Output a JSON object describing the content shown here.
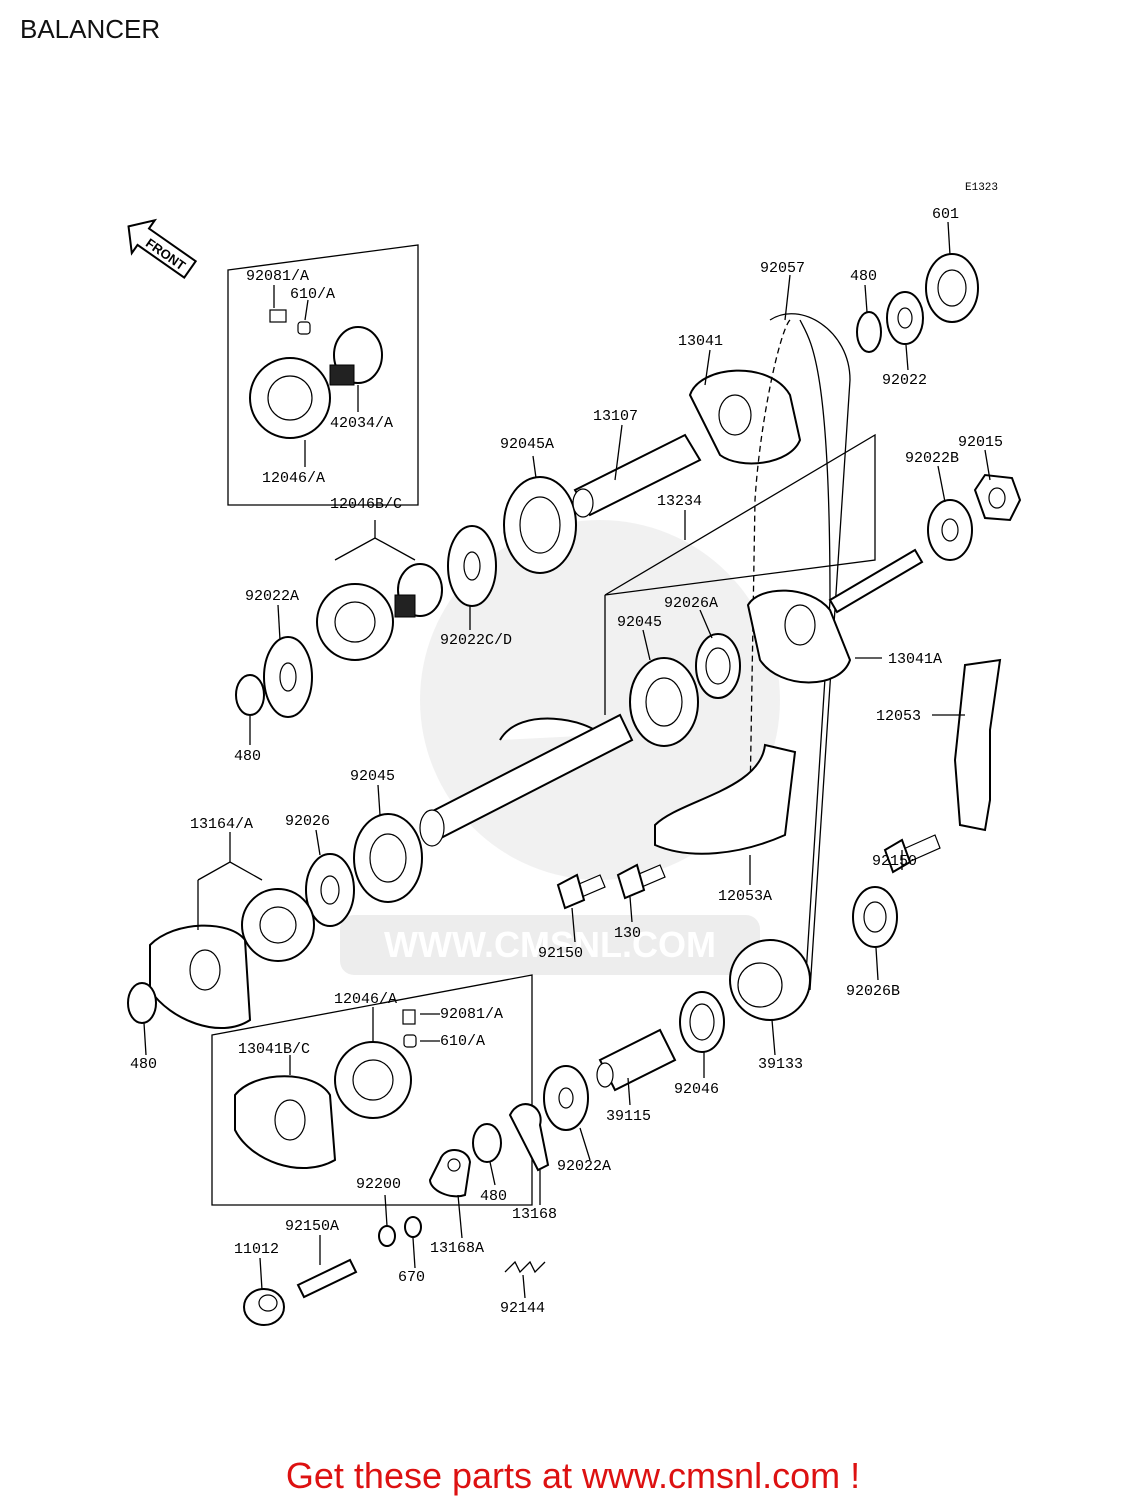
{
  "page": {
    "title": "BALANCER",
    "cta": "Get these parts at www.cmsnl.com !"
  },
  "diagram": {
    "code": "E1323",
    "front_label": "FRONT",
    "watermark": "WWW.CMSNL.COM",
    "labels": {
      "p92081A_top": "92081/A",
      "p610A_top": "610/A",
      "p42034A": "42034/A",
      "p12046A_top": "12046/A",
      "p12046BC": "12046B/C",
      "p92022A_left": "92022A",
      "p480_left": "480",
      "p92022CD": "92022C/D",
      "p92045A": "92045A",
      "p13107": "13107",
      "p13041": "13041",
      "p92057": "92057",
      "p480_top": "480",
      "p601": "601",
      "p92022": "92022",
      "p92015": "92015",
      "p92022B": "92022B",
      "p13234": "13234",
      "p92026A": "92026A",
      "p92045_mid": "92045",
      "p13041A": "13041A",
      "p12053": "12053",
      "p92150_right": "92150",
      "p92045_low": "92045",
      "p13164A": "13164/A",
      "p92026": "92026",
      "p12053A": "12053A",
      "p92150_mid": "92150",
      "p130": "130",
      "p92026B": "92026B",
      "p480_lower": "480",
      "p12046A_bot": "12046/A",
      "p92081A_bot": "92081/A",
      "p610A_bot": "610/A",
      "p13041BC": "13041B/C",
      "p39133": "39133",
      "p92046": "92046",
      "p39115": "39115",
      "p92022A_low": "92022A",
      "p480_bottom": "480",
      "p13168": "13168",
      "p92200": "92200",
      "p92150A": "92150A",
      "p11012": "11012",
      "p670": "670",
      "p13168A": "13168A",
      "p92144": "92144"
    }
  }
}
